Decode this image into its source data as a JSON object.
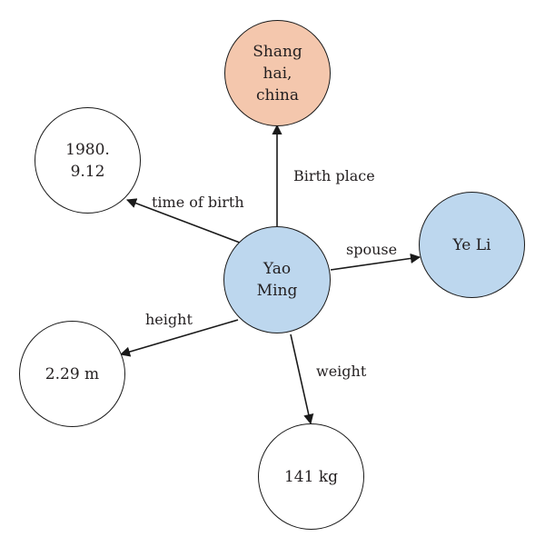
{
  "colors": {
    "center": "#bdd7ee",
    "birthplace": "#f4c7ad",
    "spouse": "#bdd7ee",
    "plain": "#ffffff",
    "stroke": "#1a1a1a"
  },
  "nodes": {
    "center": {
      "label": "Yao\nMing"
    },
    "birthplace": {
      "label": "Shang\nhai,\nchina"
    },
    "birth_date": {
      "label": "1980.\n9.12"
    },
    "spouse": {
      "label": "Ye Li"
    },
    "height": {
      "label": "2.29 m"
    },
    "weight": {
      "label": "141 kg"
    }
  },
  "edges": {
    "birthplace": {
      "label": "Birth place"
    },
    "birth_date": {
      "label": "time of birth"
    },
    "spouse": {
      "label": "spouse"
    },
    "height": {
      "label": "height"
    },
    "weight": {
      "label": "weight"
    }
  }
}
